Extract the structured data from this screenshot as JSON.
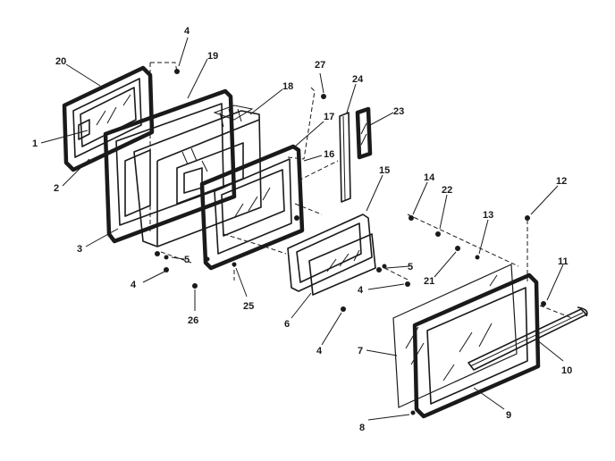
{
  "diagram": {
    "callouts": [
      "20",
      "4",
      "19",
      "18",
      "27",
      "24",
      "23",
      "17",
      "16",
      "1",
      "2",
      "3",
      "15",
      "14",
      "22",
      "12",
      "13",
      "5",
      "5",
      "4",
      "4",
      "21",
      "11",
      "26",
      "25",
      "6",
      "4",
      "7",
      "10",
      "8",
      "9"
    ]
  }
}
